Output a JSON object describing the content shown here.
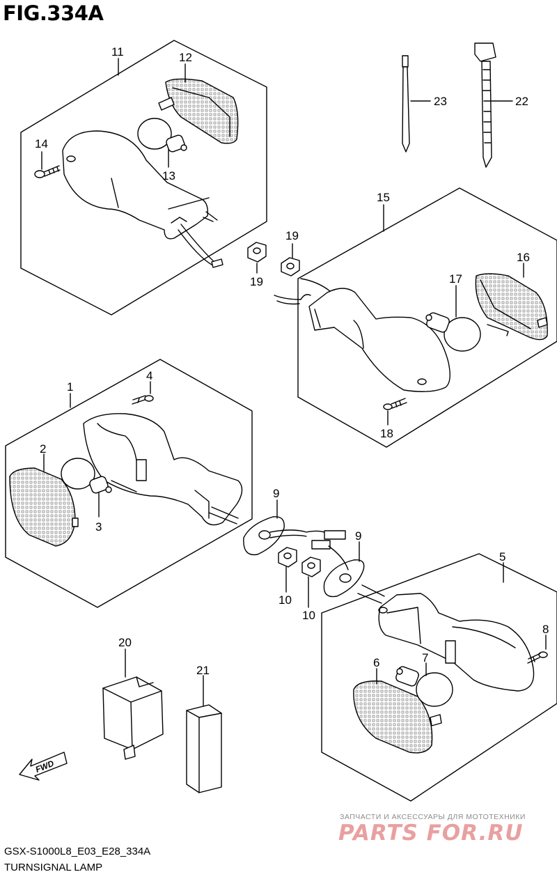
{
  "figure": {
    "title": "FIG.334A",
    "model_code": "GSX-S1000L8_E03_E28_334A",
    "caption": "TURNSIGNAL LAMP"
  },
  "watermark": {
    "tagline": "ЗАПЧАСТИ И АКСЕССУАРЫ ДЛЯ МОТОТЕХНИКИ",
    "logo": "PARTS FOR.RU"
  },
  "direction_marker": "FWD",
  "callouts": {
    "c1": "1",
    "c2": "2",
    "c3": "3",
    "c4": "4",
    "c5": "5",
    "c6": "6",
    "c7": "7",
    "c8": "8",
    "c9a": "9",
    "c9b": "9",
    "c10a": "10",
    "c10b": "10",
    "c11": "11",
    "c12": "12",
    "c13": "13",
    "c14": "14",
    "c15": "15",
    "c16": "16",
    "c17": "17",
    "c18": "18",
    "c19a": "19",
    "c19b": "19",
    "c20": "20",
    "c21": "21",
    "c22": "22",
    "c23": "23"
  }
}
